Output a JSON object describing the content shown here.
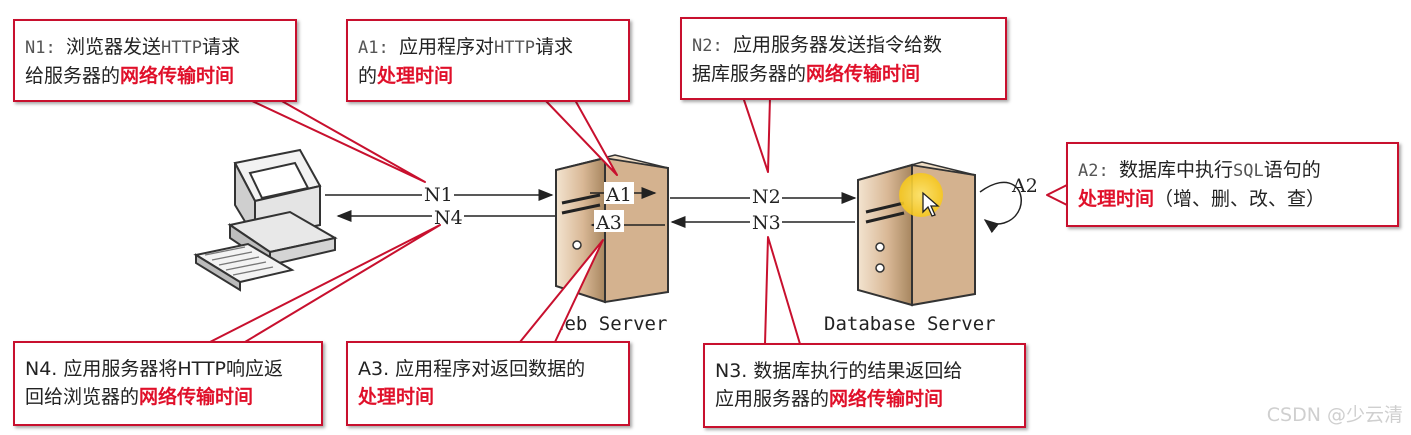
{
  "callouts": {
    "n1": {
      "code": "N1",
      "sep": ": ",
      "text1": "浏览器发送",
      "mono1": "HTTP",
      "text2": "请求",
      "text3": "给服务器的",
      "hl": "网络传输时间"
    },
    "a1": {
      "code": "A1",
      "sep": ": ",
      "text1": "应用程序对",
      "mono1": "HTTP",
      "text2": "请求",
      "text3": "的",
      "hl": "处理时间"
    },
    "n2": {
      "code": "N2",
      "sep": ": ",
      "text1": "应用服务器发送指令给数",
      "text2": "据库服务器的",
      "hl": "网络传输时间"
    },
    "a2": {
      "code": "A2",
      "sep": ": ",
      "text1": "数据库中执行",
      "mono1": "SQL",
      "text2": "语句的",
      "hl": "处理时间",
      "tail": "（增、删、改、查）"
    },
    "n4": {
      "text1": "N4. 应用服务器将HTTP响应返",
      "text2": "回给浏览器的",
      "hl": "网络传输时间"
    },
    "a3": {
      "text1": "A3. 应用程序对返回数据的",
      "hl": "处理时间"
    },
    "n3": {
      "text1": "N3. 数据库执行的结果返回给",
      "text2": "应用服务器的",
      "hl": "网络传输时间"
    }
  },
  "diagram": {
    "labels": {
      "n1": "N1",
      "n4": "N4",
      "a1": "A1",
      "a3": "A3",
      "n2": "N2",
      "n3": "N3",
      "a2": "A2"
    },
    "web_server": "Web Server",
    "db_server": "Database Server"
  },
  "watermark": "CSDN @少云清",
  "colors": {
    "accent": "#e0102a",
    "border": "#c8102e",
    "server": "#d9b896"
  }
}
